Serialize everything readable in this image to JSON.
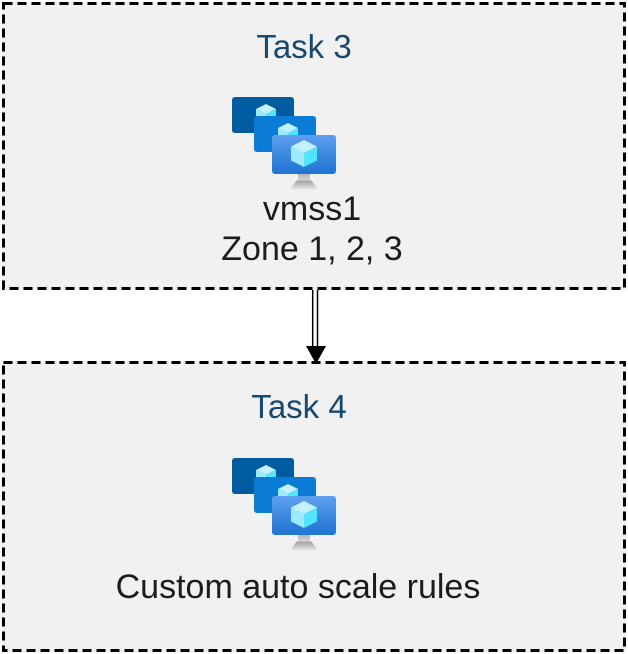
{
  "diagram": {
    "background_color": "#ffffff",
    "box_fill_color": "#f1f1f1",
    "box_border_color": "#000000",
    "title_color": "#17486f",
    "text_color": "#1c1c1c",
    "tasks": [
      {
        "title": "Task 3",
        "icon": "vm-scale-sets-icon",
        "lines": [
          "vmss1",
          "Zone 1, 2, 3"
        ]
      },
      {
        "title": "Task 4",
        "icon": "vm-scale-sets-icon",
        "lines": [
          "Custom auto scale rules"
        ]
      }
    ],
    "connector": {
      "shape": "double-line-arrow",
      "direction": "down",
      "color": "#000000"
    },
    "icon_colors": {
      "screen_back": "#005ba1",
      "screen_middle": "#0b7bd6",
      "screen_front_gradient_top": "#5e9fee",
      "screen_front_gradient_bottom": "#1f73d2",
      "cube_top": "#c3f1ff",
      "cube_left": "#9cebff",
      "cube_right": "#50e6ff",
      "stand_light": "#e6e6e6",
      "stand_dark": "#9d9d9d"
    }
  }
}
